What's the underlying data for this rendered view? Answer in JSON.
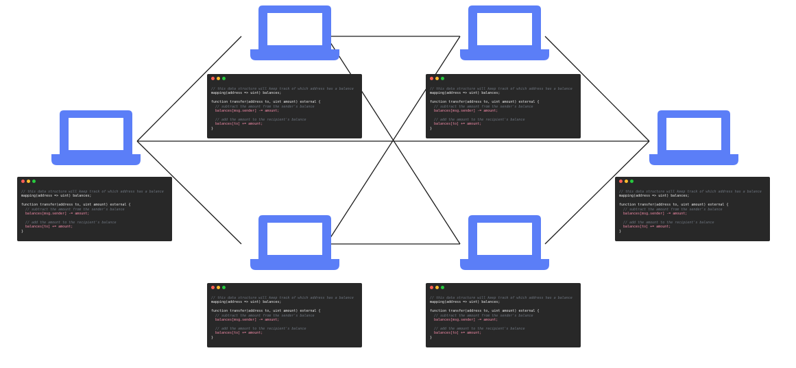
{
  "colors": {
    "laptop": "#5b7ef7",
    "link": "#1a1a1a",
    "window_bg": "#282828",
    "dot_red": "#ff5f56",
    "dot_yellow": "#ffbd2e",
    "dot_green": "#27c93f",
    "comment": "#6f7680",
    "keyword": "#7fc9ff",
    "variable": "#f38ba8",
    "text": "#e6e6e6"
  },
  "icon": "laptop-icon",
  "code_snippet": {
    "comment_mapping": "// this data structure will keep track of which address has a balance",
    "mapping_line": "mapping(address => uint) balances;",
    "function_line": "function transfer(address to, uint amount) external {",
    "comment_subtract": "// subtract the amount from the sender's balance",
    "subtract_line": "balances[msg.sender] -= amount;",
    "comment_add": "// add the amount to the recipient's balance",
    "add_line": "balances[to] += amount;",
    "close_brace": "}"
  },
  "nodes": [
    {
      "id": "top-left"
    },
    {
      "id": "top-right"
    },
    {
      "id": "left"
    },
    {
      "id": "right"
    },
    {
      "id": "bottom-left"
    },
    {
      "id": "bottom-right"
    }
  ],
  "links": [
    [
      "left",
      "top-left"
    ],
    [
      "left",
      "bottom-left"
    ],
    [
      "left",
      "right"
    ],
    [
      "top-left",
      "top-right"
    ],
    [
      "top-left",
      "bottom-right"
    ],
    [
      "top-right",
      "right"
    ],
    [
      "top-right",
      "bottom-left"
    ],
    [
      "bottom-left",
      "bottom-right"
    ],
    [
      "bottom-right",
      "right"
    ]
  ]
}
